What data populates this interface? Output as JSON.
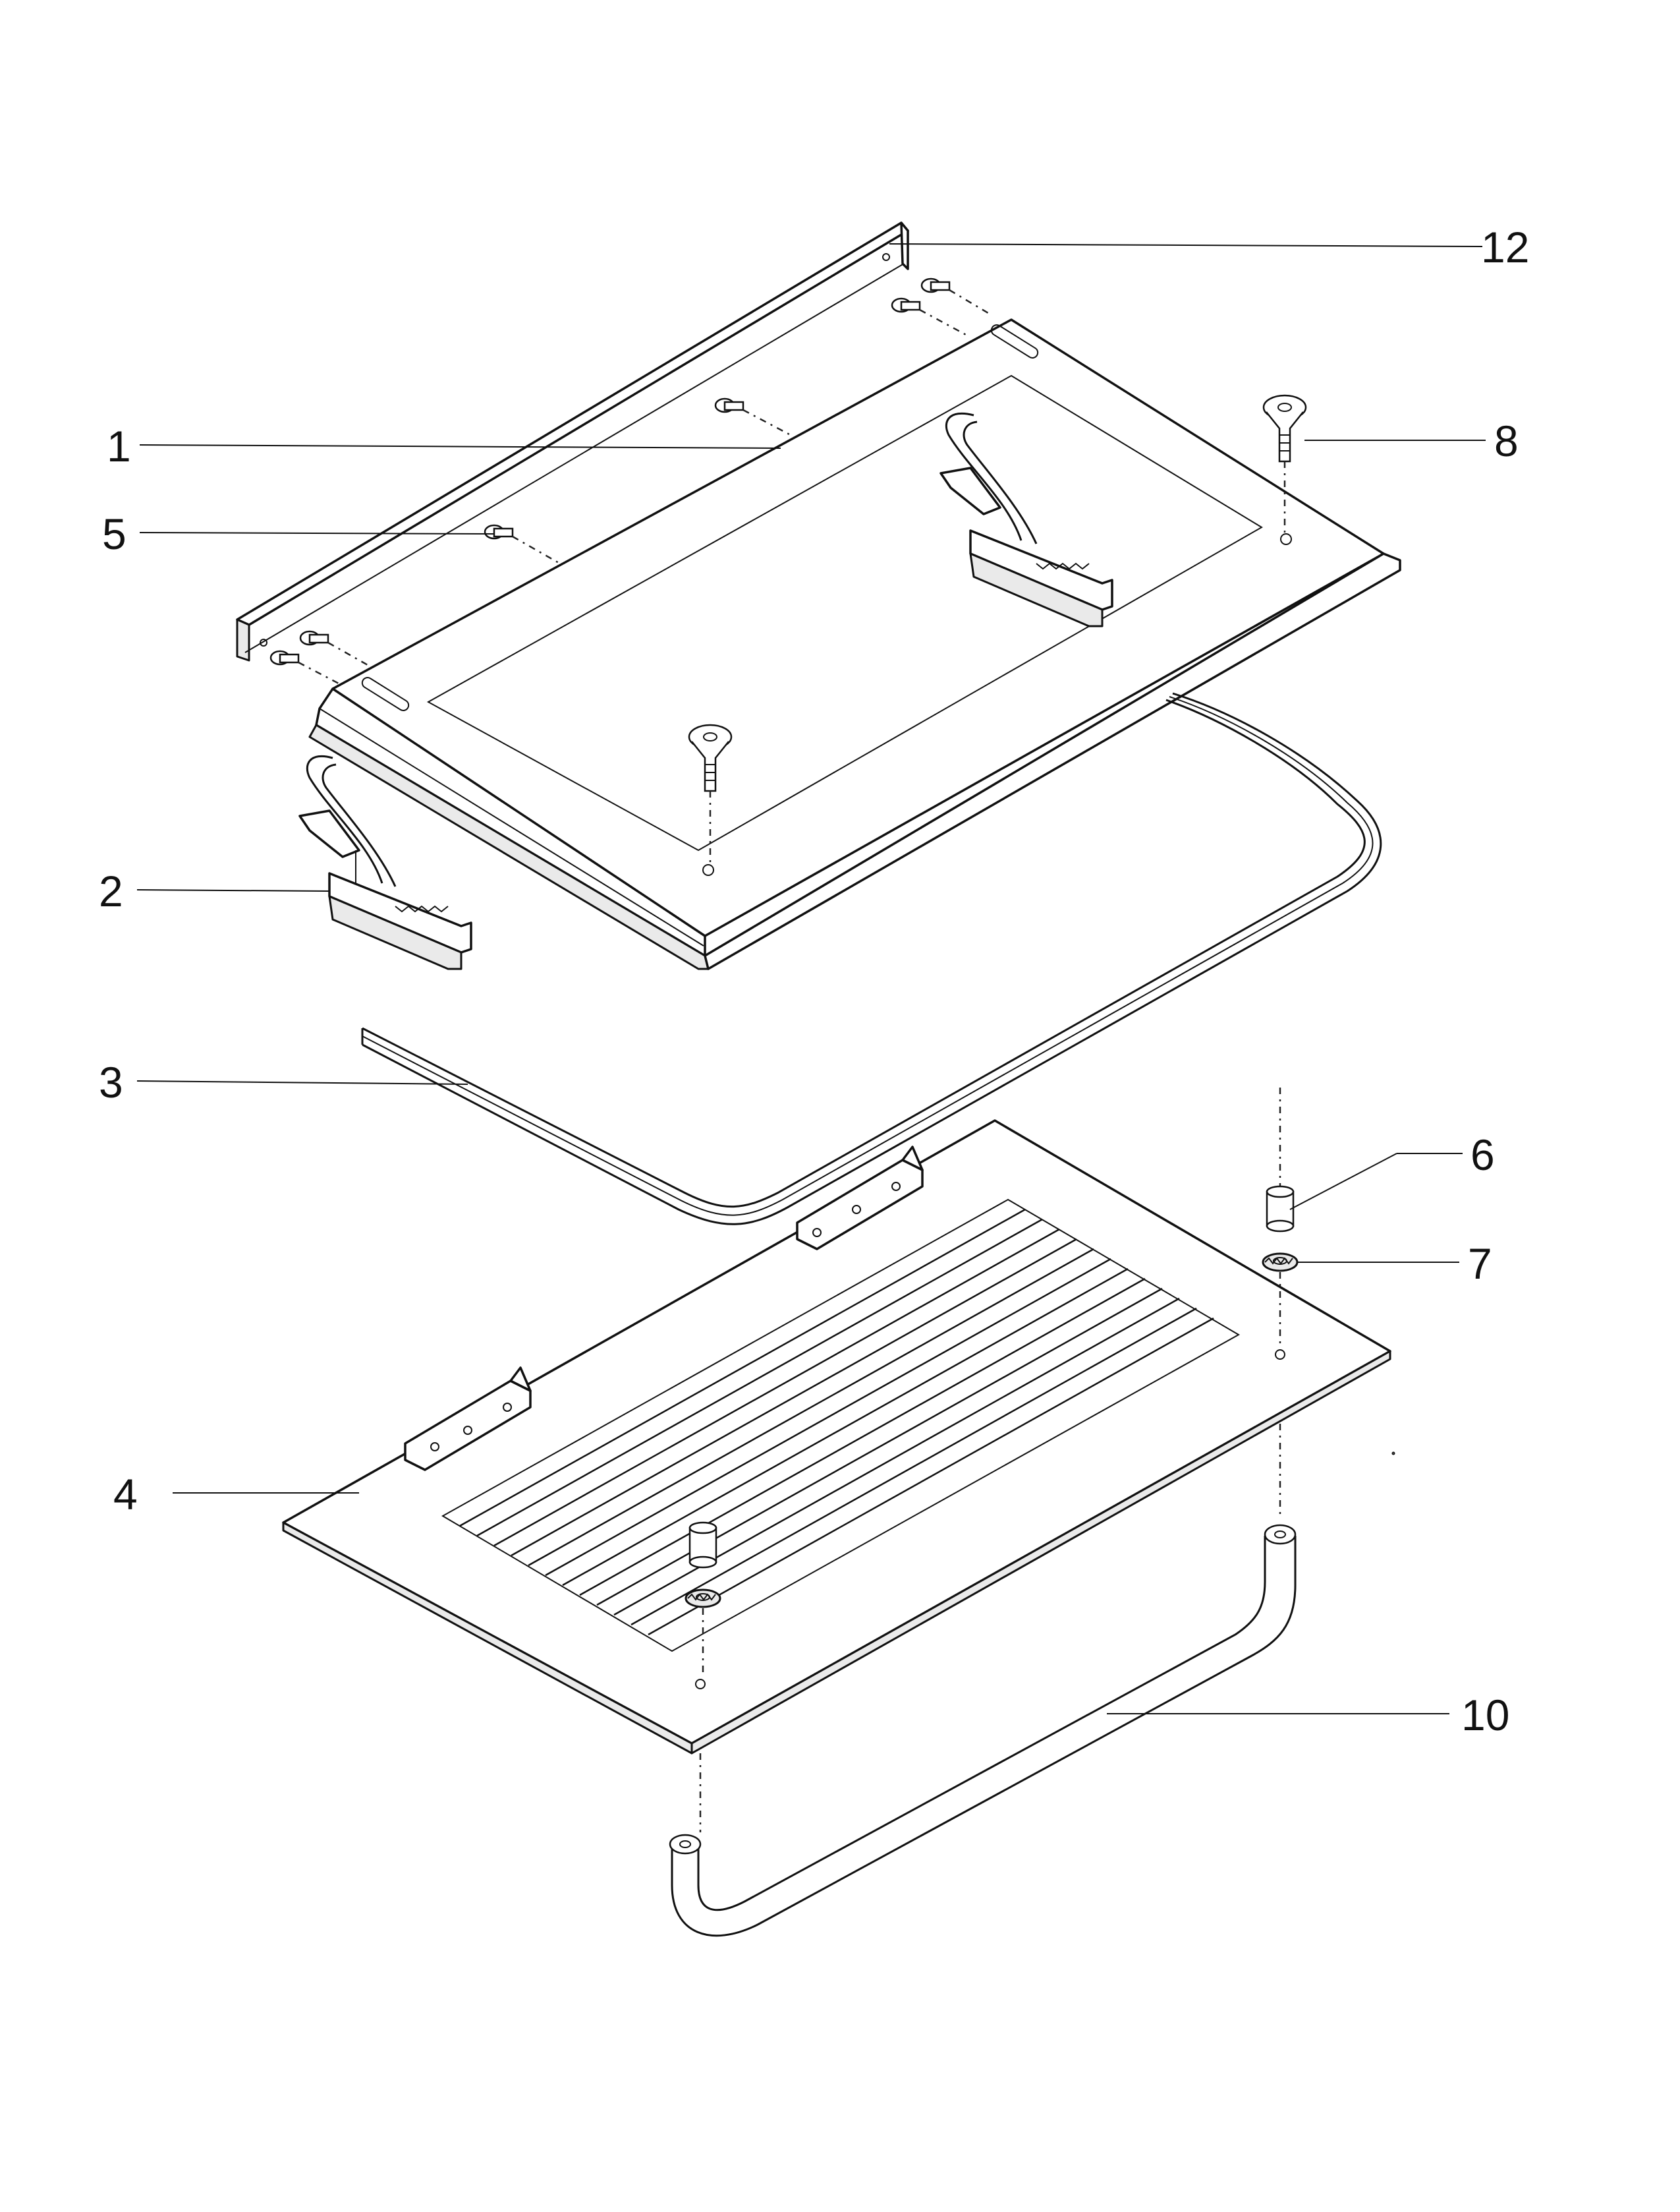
{
  "callouts": [
    {
      "id": "12",
      "label": "12"
    },
    {
      "id": "1",
      "label": "1"
    },
    {
      "id": "8",
      "label": "8"
    },
    {
      "id": "5",
      "label": "5"
    },
    {
      "id": "2",
      "label": "2"
    },
    {
      "id": "3",
      "label": "3"
    },
    {
      "id": "6",
      "label": "6"
    },
    {
      "id": "7",
      "label": "7"
    },
    {
      "id": "4",
      "label": "4"
    },
    {
      "id": "10",
      "label": "10"
    }
  ]
}
